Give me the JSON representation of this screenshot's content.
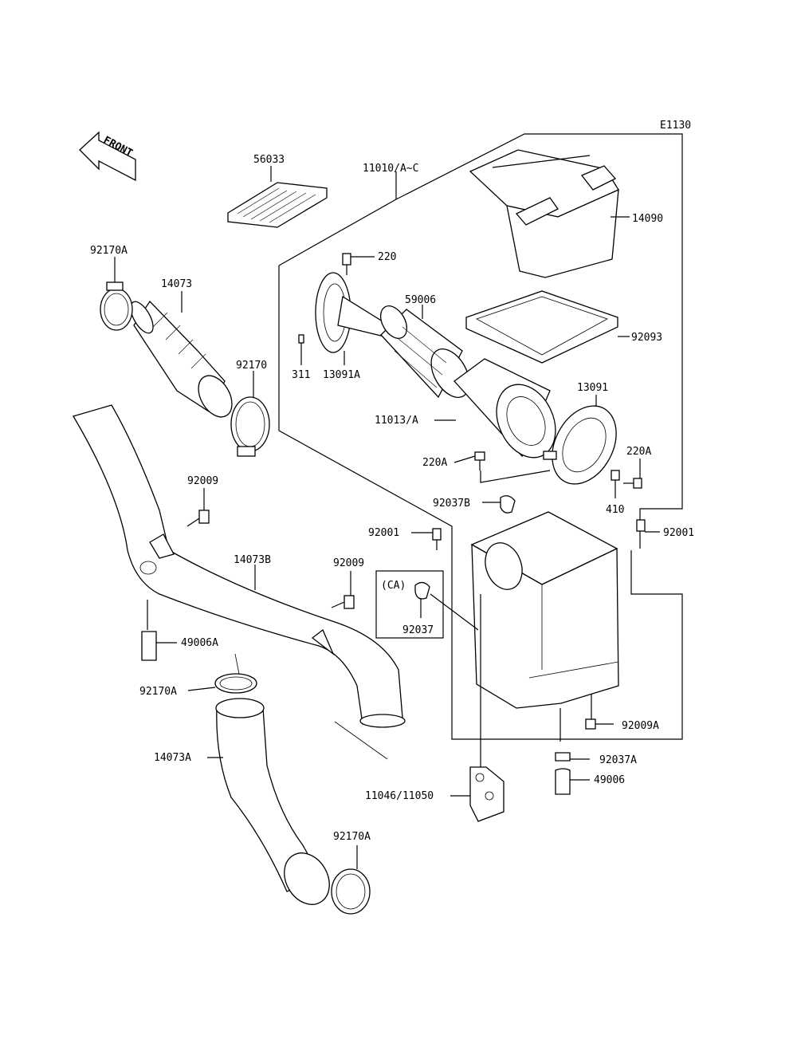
{
  "diagram": {
    "code": "E1130",
    "front_label": "FRONT",
    "ca_label": "(CA)",
    "labels": {
      "p56033": "56033",
      "p11010": "11010/A~C",
      "p14090": "14090",
      "p92170A_top": "92170A",
      "p14073": "14073",
      "p220": "220",
      "p59006": "59006",
      "p92093": "92093",
      "p311": "311",
      "p13091A": "13091A",
      "p92170": "92170",
      "p13091": "13091",
      "p11013": "11013/A",
      "p220A_left": "220A",
      "p220A_right": "220A",
      "p92009_top": "92009",
      "p410": "410",
      "p92037B": "92037B",
      "p92001_left": "92001",
      "p92001_right": "92001",
      "p14073B": "14073B",
      "p92009_mid": "92009",
      "p92037": "92037",
      "p49006A": "49006A",
      "p92170A_mid": "92170A",
      "p92009A": "92009A",
      "p92037A": "92037A",
      "p14073A": "14073A",
      "p49006": "49006",
      "p11046": "11046/11050",
      "p92170A_bot": "92170A"
    }
  }
}
